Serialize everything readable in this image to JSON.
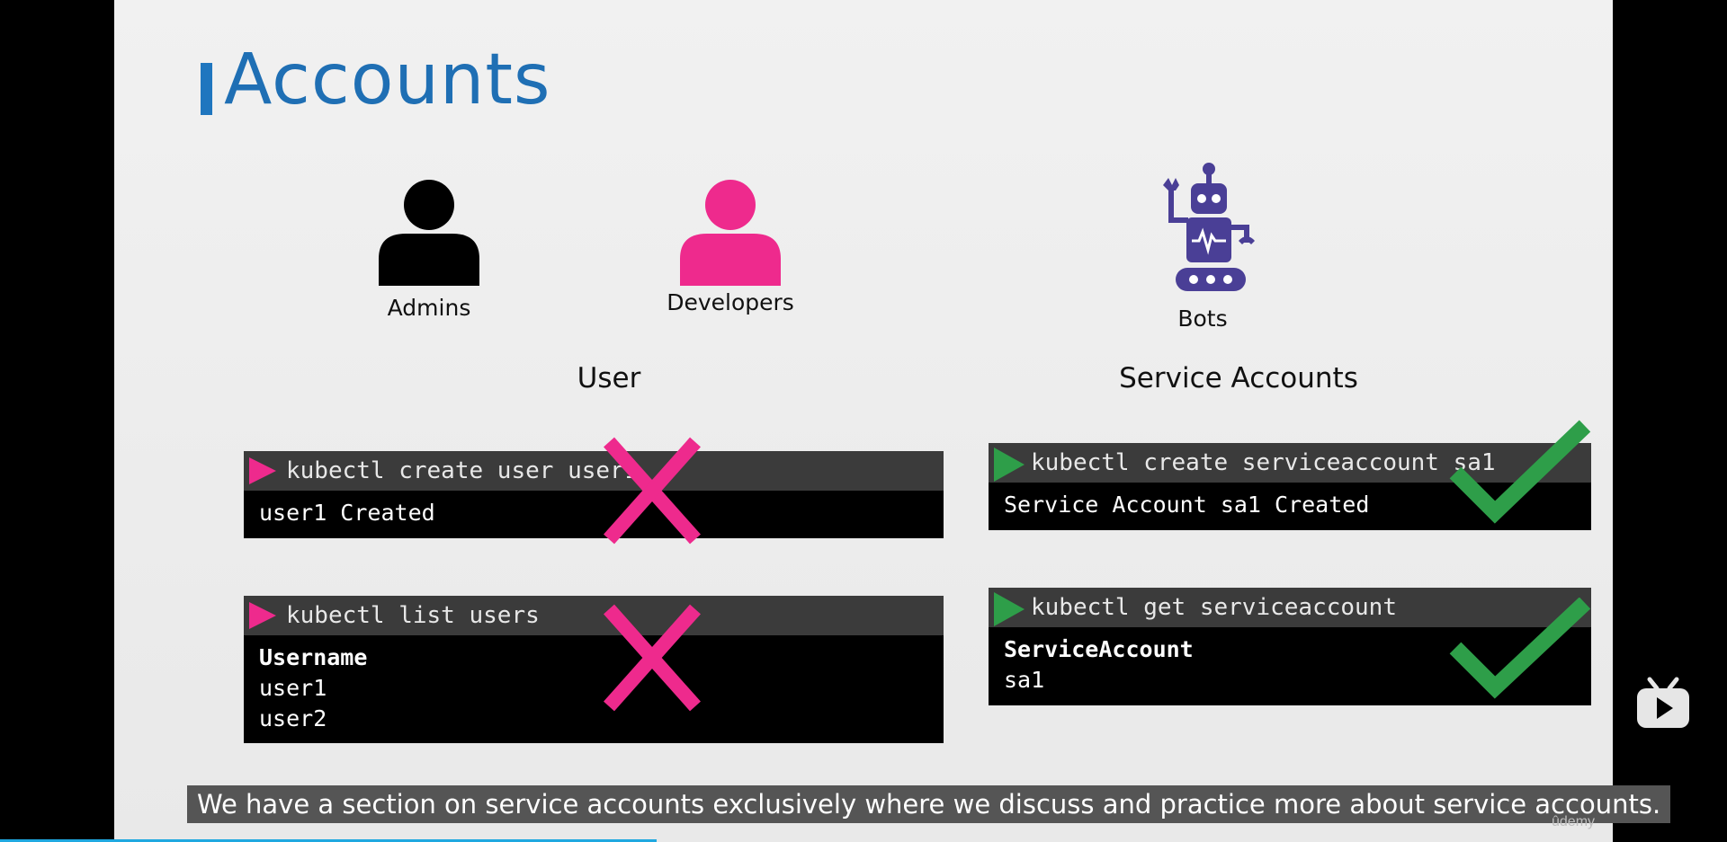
{
  "slide": {
    "title": "Accounts",
    "people": [
      {
        "label": "Admins",
        "color": "#000000"
      },
      {
        "label": "Developers",
        "color": "#ee2a8d"
      }
    ],
    "bot": {
      "label": "Bots",
      "color": "#4a3f96"
    },
    "sections": {
      "user": "User",
      "service": "Service Accounts"
    },
    "terminals": {
      "create_user": {
        "command": "kubectl create user user1",
        "output": [
          "user1 Created"
        ]
      },
      "list_users": {
        "command": "kubectl list users",
        "header": "Username",
        "output": [
          "user1",
          "user2"
        ]
      },
      "create_sa": {
        "command": "kubectl create serviceaccount sa1",
        "output": [
          "Service Account sa1 Created"
        ]
      },
      "get_sa": {
        "command": "kubectl get serviceaccount",
        "header": "ServiceAccount",
        "output": [
          "sa1"
        ]
      }
    },
    "colors": {
      "accent_blue": "#1f76bf",
      "cross": "#ee2a8d",
      "check": "#2e9e49",
      "prompt_green": "#2e9e49"
    }
  },
  "player": {
    "subtitle": "We have a section on service accounts exclusively where we discuss and practice more about service accounts.",
    "watermark": "ûdemy",
    "progress_fraction": 0.38,
    "icon": "bilibili-tv-icon"
  }
}
